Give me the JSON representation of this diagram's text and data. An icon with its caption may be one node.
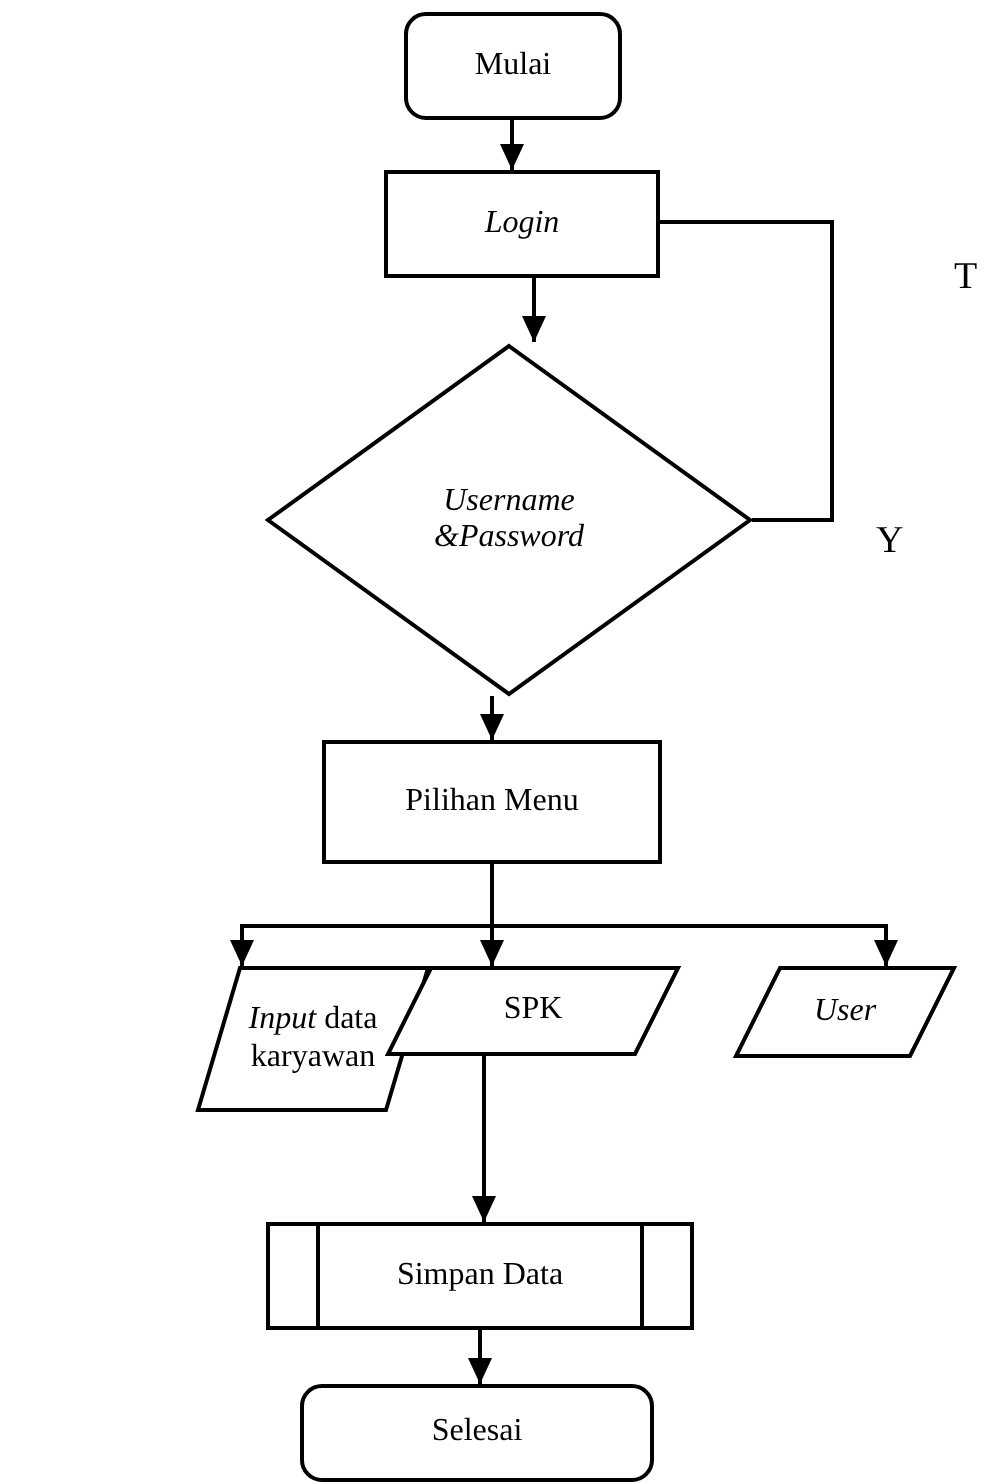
{
  "diagram": {
    "nodes": [
      {
        "text": [
          "Mulai"
        ]
      },
      {
        "text": [
          "Login"
        ]
      },
      {
        "text": [
          "Username &Password"
        ]
      },
      {
        "text": [
          "Pilihan Menu"
        ]
      },
      {
        "text": [
          "*Input* data karyawan"
        ]
      },
      {
        "text": [
          "SPK"
        ]
      },
      {
        "text": [
          "User"
        ]
      },
      {
        "text": [
          "Simpan Data"
        ]
      },
      {
        "text": [
          "Selesai"
        ]
      }
    ],
    "edges": [
      {
        "from": 0,
        "to": 1,
        "arrow": "to"
      },
      {
        "from": 1,
        "to": 2,
        "arrow": "to"
      },
      {
        "from": 2,
        "to": 1,
        "arrow": "none"
      },
      {
        "from": 2,
        "to": 3,
        "arrow": "to"
      },
      {
        "from": 3,
        "to": 4,
        "arrow": "to"
      },
      {
        "from": 3,
        "to": 5,
        "arrow": "to"
      },
      {
        "from": 3,
        "to": 6,
        "arrow": "to"
      },
      {
        "from": 5,
        "to": 7,
        "arrow": "to"
      },
      {
        "from": 7,
        "to": 8,
        "arrow": "to"
      }
    ],
    "labels": [
      "T",
      "Y"
    ]
  }
}
